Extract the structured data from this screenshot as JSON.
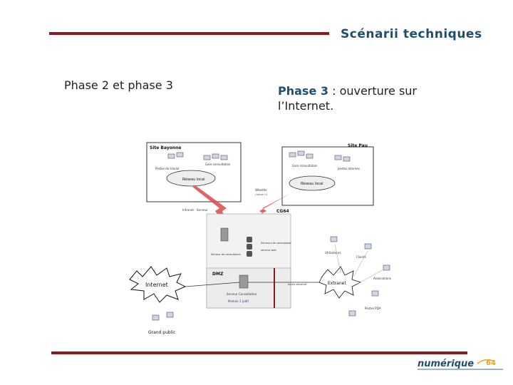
{
  "slide": {
    "title": "Scénarii techniques",
    "left_heading": "Phase 2 et phase 3",
    "right_heading_accent": "Phase 3",
    "right_heading_rest": " : ouverture sur l’Internet."
  },
  "diagram": {
    "site_left": "Site Bayonne",
    "site_right": "Site Pau",
    "left_server_top": "Gare consultation",
    "left_network": "Réseau local",
    "left_cluster": "Postes de travail",
    "right_server_top": "Gare consultation",
    "right_cluster": "postes Internes",
    "right_network": "Réseau local",
    "link_label": "Wtesthe",
    "link_sub": "Liaison LS",
    "zone_label": "CG64",
    "left_proxy": "Intranet",
    "left_proxy_sub": "Serveur",
    "server_group": "Serveurs de sauvegarde",
    "server_group_sub": "serveur web",
    "consult_label": "Serveur de consultation",
    "dmz_label": "DMZ",
    "internet_label": "Internet",
    "firewall_label": "Serveur Consultation",
    "firewall_sub": "Module 1 (pdf)",
    "extranet_label": "Extranet",
    "dmz_note": "Accès extranet",
    "public_label": "Grand public",
    "right_users": "Utilisateurs",
    "right_clients": "Clients",
    "right_partners": "Associations",
    "right_pda": "Postes PDA"
  },
  "logo": {
    "text": "numérique",
    "number": "64"
  },
  "colors": {
    "rule": "#8b1a1a",
    "accent": "#1f4e6e",
    "link": "#d94a4a"
  }
}
